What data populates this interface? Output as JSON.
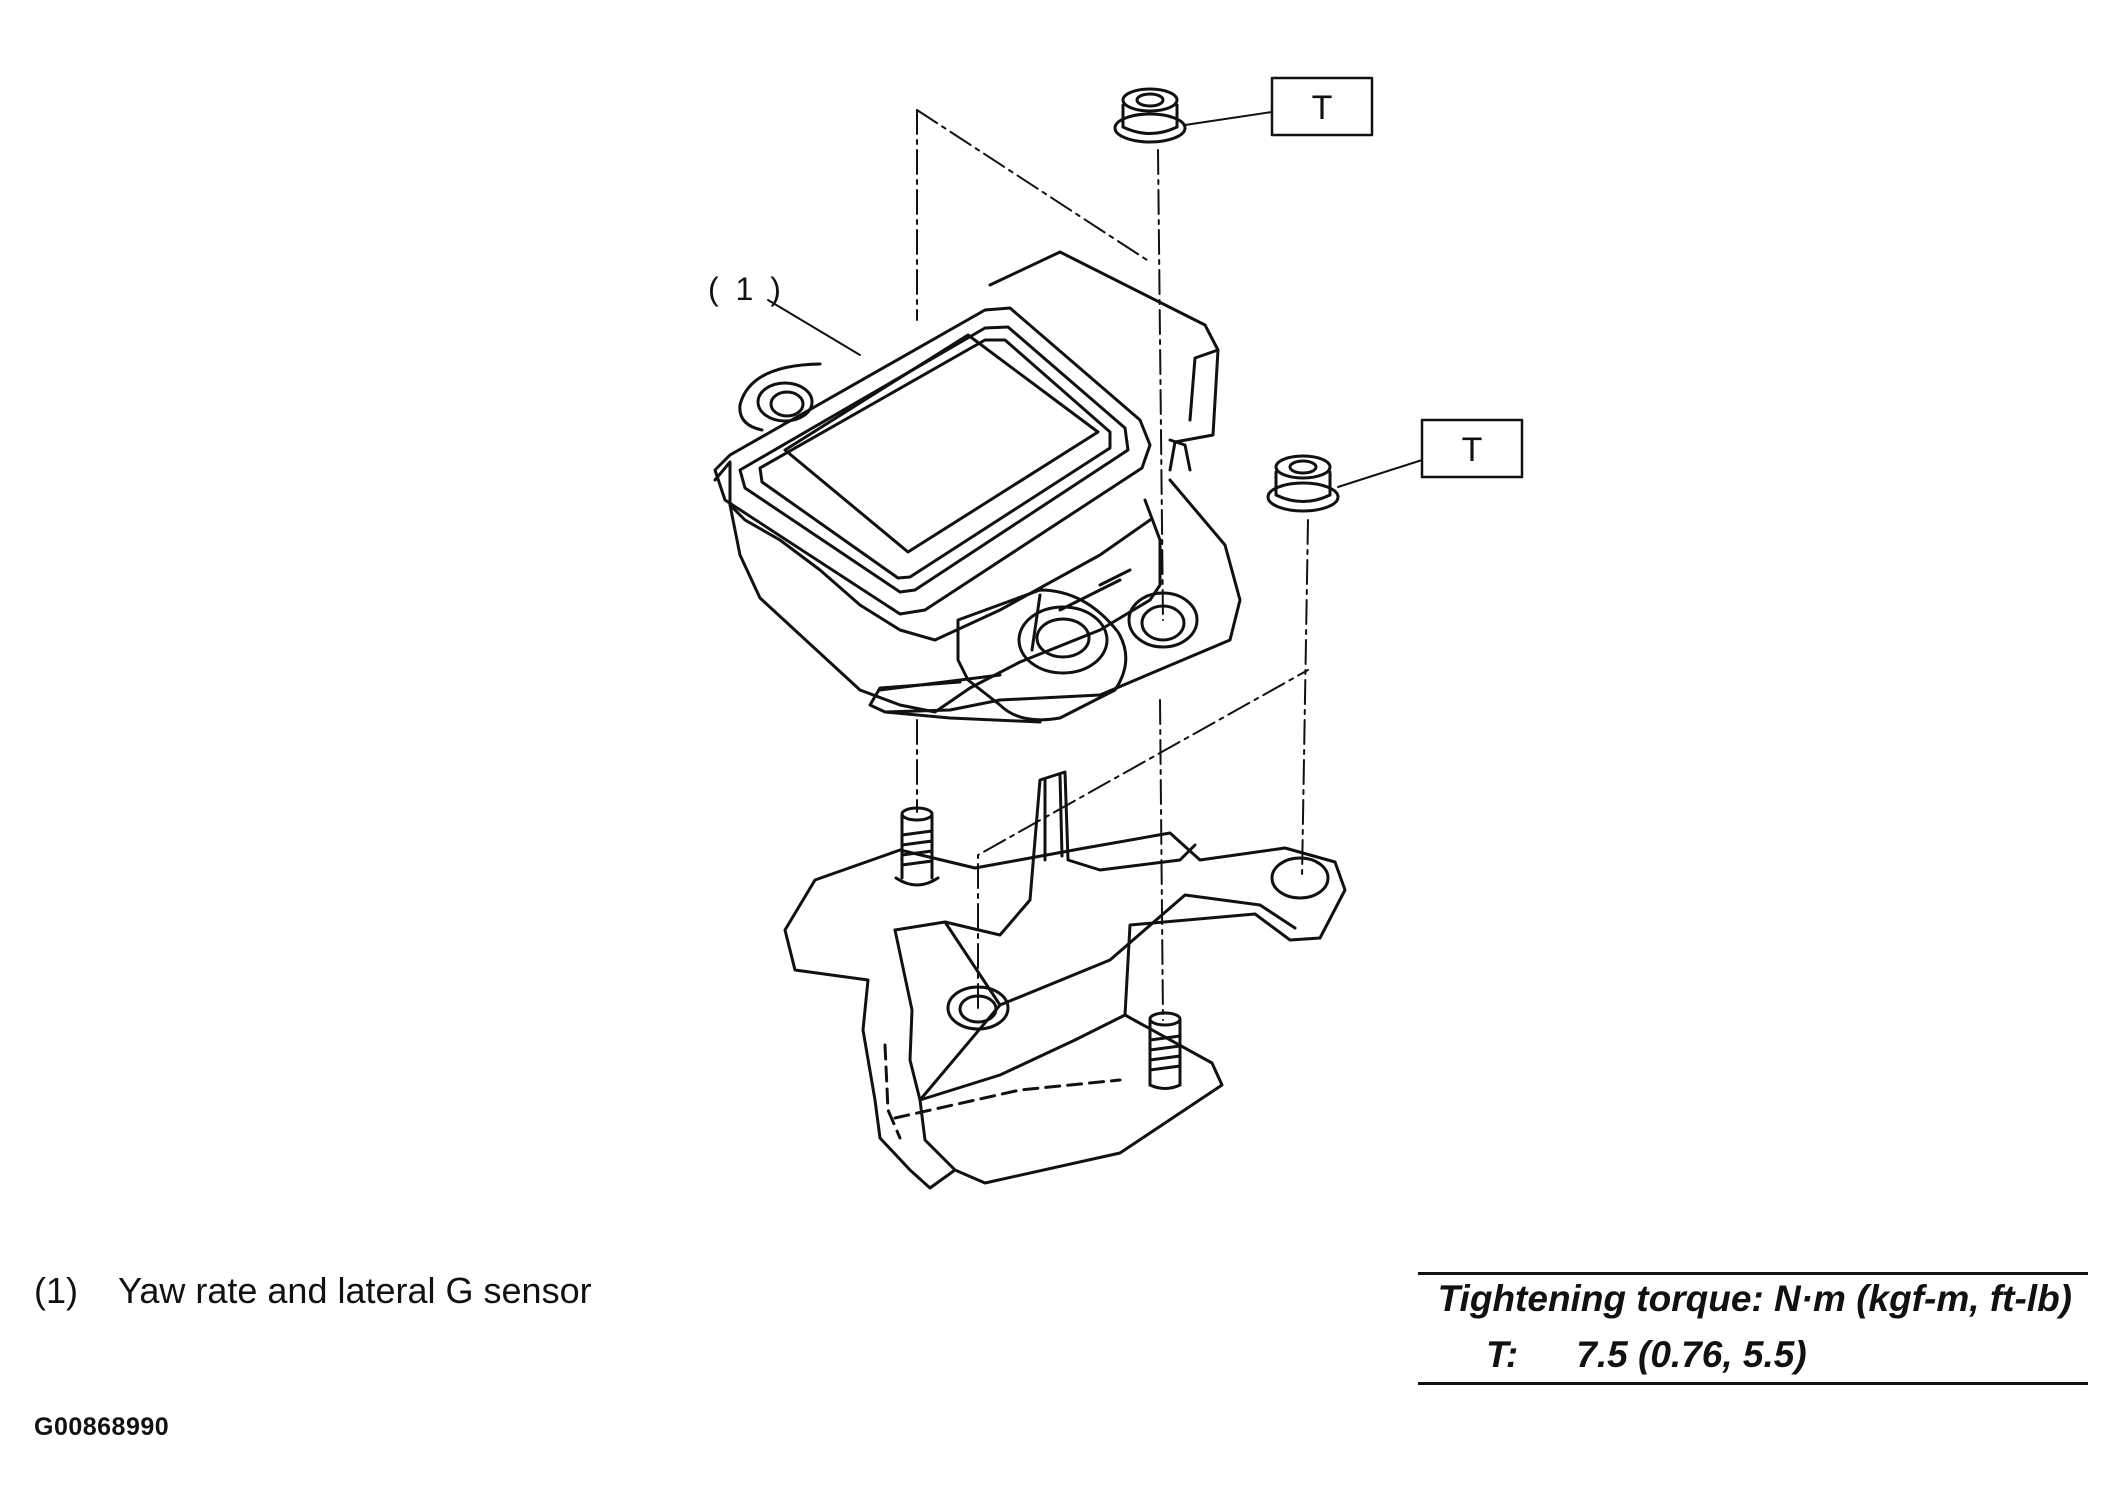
{
  "figure": {
    "callout": "( 1 )",
    "torque_symbol": "T"
  },
  "legend": {
    "number": "(1)",
    "text": "Yaw rate and lateral G sensor"
  },
  "torque": {
    "title": "Tightening torque: N·m (kgf-m, ft-lb)",
    "symbol": "T:",
    "value": "7.5 (0.76, 5.5)"
  },
  "figure_code": "G00868990"
}
